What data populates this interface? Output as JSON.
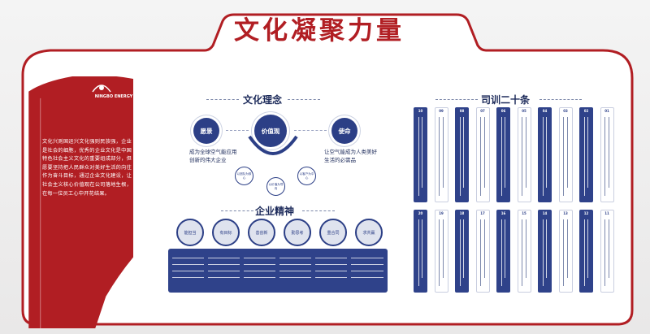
{
  "title": "文化凝聚力量",
  "logo_text": "NINGBO ENERGY",
  "intro": "文化兴则国运兴文化强则民族强，企业是社会的细胞，优秀的企业文化是中国特色社会主义文化的重要组成部分，但愿要坚持把人民群众对美好生活的向往作为奋斗目标，通过企业文化建设，让社会主义核心价值观在公司落地生根，在每一位员工心中开花结果。",
  "culture": {
    "title": "文化理念",
    "vision": "愿景",
    "values": "价值观",
    "mission": "使命",
    "vision_text": [
      "成为全球空气能应用",
      "创新的伟大企业"
    ],
    "mission_text": [
      "让空气能成为人类美好",
      "生活的必需品"
    ],
    "values_items": [
      "以团队为核心",
      "以客户为中心",
      "以价值为导向"
    ]
  },
  "spirit": {
    "title": "企业精神",
    "items": [
      "能担当",
      "有目标",
      "善创新",
      "勤思考",
      "重合同",
      "求共赢"
    ]
  },
  "rules": {
    "title": "司训二十条",
    "top_numbers": [
      "10",
      "09",
      "08",
      "07",
      "06",
      "05",
      "04",
      "03",
      "02",
      "01"
    ],
    "bottom_numbers": [
      "20",
      "19",
      "18",
      "17",
      "16",
      "15",
      "14",
      "13",
      "12",
      "11"
    ]
  },
  "colors": {
    "red": "#b11e23",
    "navy": "#2c3f86"
  }
}
